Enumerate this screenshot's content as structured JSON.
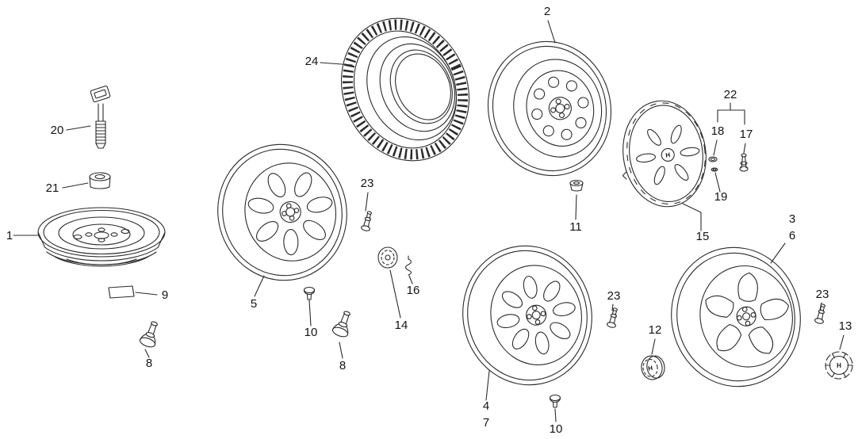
{
  "colors": {
    "line": "#2b2b2b",
    "label": "#141414",
    "background": "#ffffff"
  },
  "logo_letter": "H",
  "callouts": [
    {
      "label": "1"
    },
    {
      "label": "2"
    },
    {
      "label": "3"
    },
    {
      "label": "4"
    },
    {
      "label": "5"
    },
    {
      "label": "6"
    },
    {
      "label": "7"
    },
    {
      "label": "8"
    },
    {
      "label": "8"
    },
    {
      "label": "9"
    },
    {
      "label": "10"
    },
    {
      "label": "10"
    },
    {
      "label": "11"
    },
    {
      "label": "12"
    },
    {
      "label": "13"
    },
    {
      "label": "14"
    },
    {
      "label": "15"
    },
    {
      "label": "16"
    },
    {
      "label": "17"
    },
    {
      "label": "18"
    },
    {
      "label": "19"
    },
    {
      "label": "20"
    },
    {
      "label": "21"
    },
    {
      "label": "22"
    },
    {
      "label": "23"
    },
    {
      "label": "23"
    },
    {
      "label": "23"
    },
    {
      "label": "24"
    }
  ]
}
